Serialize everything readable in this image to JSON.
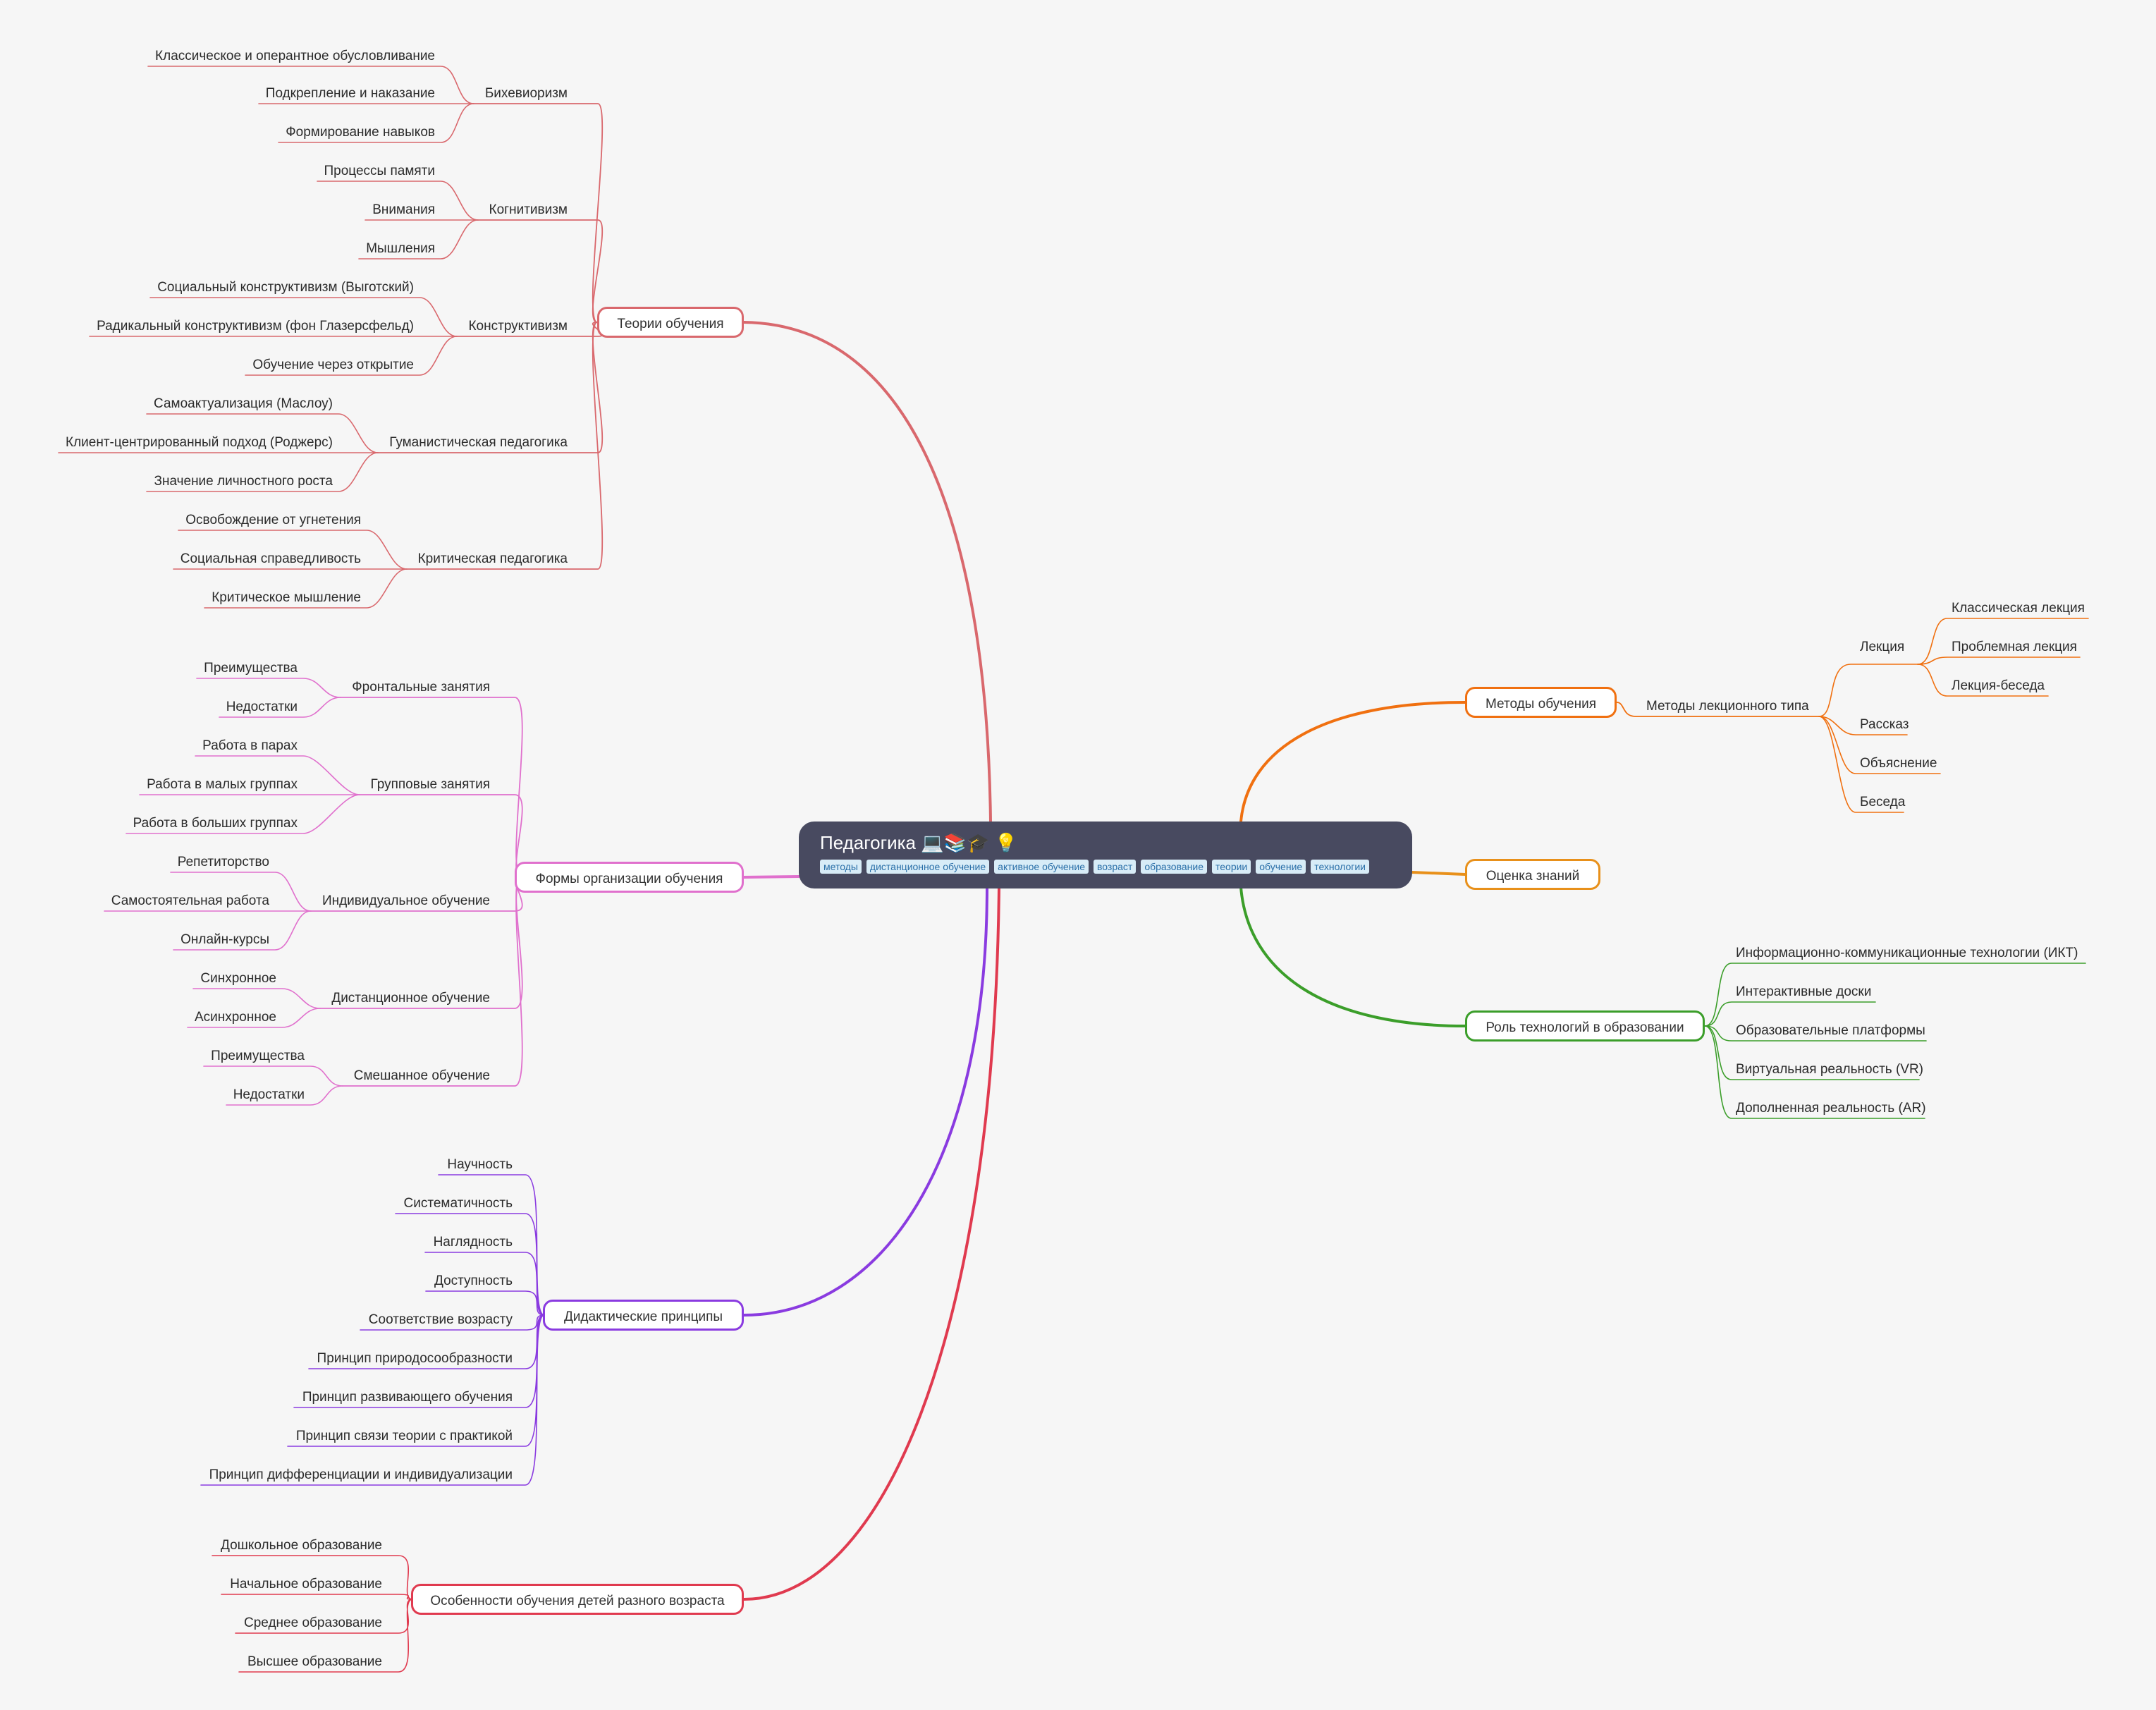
{
  "root": {
    "title": "Педагогика 💻📚🎓 💡",
    "tags": [
      "методы",
      "дистанционное обучение",
      "активное обучение",
      "возраст",
      "образование",
      "теории",
      "обучение",
      "технологии"
    ]
  },
  "colors": {
    "theories": "#d9686d",
    "forms": "#e070cd",
    "principles": "#8a3be0",
    "age": "#e03a4f",
    "methods": "#f07010",
    "assessment": "#e8901a",
    "tech": "#3b9e2a",
    "root_bg": "#484a60"
  },
  "branches": {
    "theories": {
      "label": "Теории обучения",
      "groups": [
        {
          "label": "Бихевиоризм",
          "items": [
            "Классическое и оперантное обусловливание",
            "Подкрепление и наказание",
            "Формирование навыков"
          ]
        },
        {
          "label": "Когнитивизм",
          "items": [
            "Процессы памяти",
            "Внимания",
            "Мышления"
          ]
        },
        {
          "label": "Конструктивизм",
          "items": [
            "Социальный конструктивизм (Выготский)",
            "Радикальный конструктивизм (фон Глазерсфельд)",
            "Обучение через открытие"
          ]
        },
        {
          "label": "Гуманистическая педагогика",
          "items": [
            "Самоактуализация (Маслоу)",
            "Клиент-центрированный подход (Роджерс)",
            "Значение личностного роста"
          ]
        },
        {
          "label": "Критическая педагогика",
          "items": [
            "Освобождение от угнетения",
            "Социальная справедливость",
            "Критическое мышление"
          ]
        }
      ]
    },
    "forms": {
      "label": "Формы организации обучения",
      "groups": [
        {
          "label": "Фронтальные занятия",
          "items": [
            "Преимущества",
            "Недостатки"
          ]
        },
        {
          "label": "Групповые занятия",
          "items": [
            "Работа в парах",
            "Работа в малых группах",
            "Работа в больших группах"
          ]
        },
        {
          "label": "Индивидуальное обучение",
          "items": [
            "Репетиторство",
            "Самостоятельная работа",
            "Онлайн-курсы"
          ]
        },
        {
          "label": "Дистанционное обучение",
          "items": [
            "Синхронное",
            "Асинхронное"
          ]
        },
        {
          "label": "Смешанное обучение",
          "items": [
            "Преимущества",
            "Недостатки"
          ]
        }
      ]
    },
    "principles": {
      "label": "Дидактические принципы",
      "items": [
        "Научность",
        "Систематичность",
        "Наглядность",
        "Доступность",
        "Соответствие возрасту",
        "Принцип природосообразности",
        "Принцип развивающего обучения",
        "Принцип связи теории с практикой",
        "Принцип дифференциации и индивидуализации"
      ]
    },
    "age": {
      "label": "Особенности обучения детей разного возраста",
      "items": [
        "Дошкольное образование",
        "Начальное образование",
        "Среднее образование",
        "Высшее образование"
      ]
    },
    "methods": {
      "label": "Методы обучения",
      "sub": {
        "label": "Методы  лекционного типа",
        "lecture": {
          "label": "Лекция",
          "items": [
            "Классическая лекция",
            "Проблемная лекция",
            "Лекция-беседа"
          ]
        },
        "items": [
          "Рассказ",
          "Объяснение",
          "Беседа"
        ]
      }
    },
    "assessment": {
      "label": "Оценка знаний"
    },
    "tech": {
      "label": "Роль технологий в образовании",
      "items": [
        "Информационно-коммуникационные технологии (ИКТ)",
        "Интерактивные доски",
        "Образовательные платформы",
        "Виртуальная реальность (VR)",
        "Дополненная реальность (AR)"
      ]
    }
  }
}
